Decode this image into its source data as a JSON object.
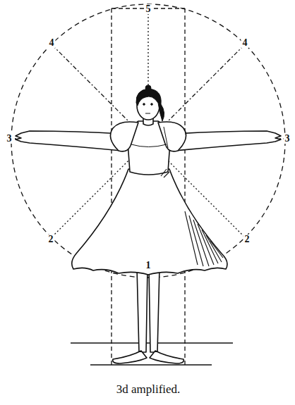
{
  "diagram": {
    "caption": "3d amplified.",
    "labels": [
      "5",
      "4",
      "4",
      "3",
      "3",
      "2",
      "2",
      "1"
    ]
  }
}
